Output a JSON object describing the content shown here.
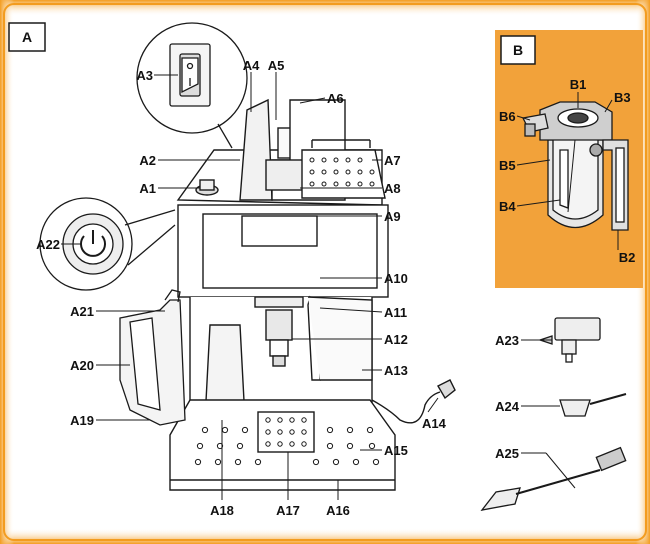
{
  "panels": {
    "a": {
      "letter": "A"
    },
    "b": {
      "letter": "B"
    }
  },
  "colors": {
    "frame_orange": "#f39c1f",
    "panel_b_bg": "#f2a23a",
    "line": "#1a1a1a",
    "panel_fill": "#ffffff"
  },
  "callouts_a": [
    "A1",
    "A2",
    "A3",
    "A4",
    "A5",
    "A6",
    "A7",
    "A8",
    "A9",
    "A10",
    "A11",
    "A12",
    "A13",
    "A14",
    "A15",
    "A16",
    "A17",
    "A18",
    "A19",
    "A20",
    "A21",
    "A22",
    "A23",
    "A24",
    "A25"
  ],
  "callouts_b": [
    "B1",
    "B2",
    "B3",
    "B4",
    "B5",
    "B6"
  ]
}
